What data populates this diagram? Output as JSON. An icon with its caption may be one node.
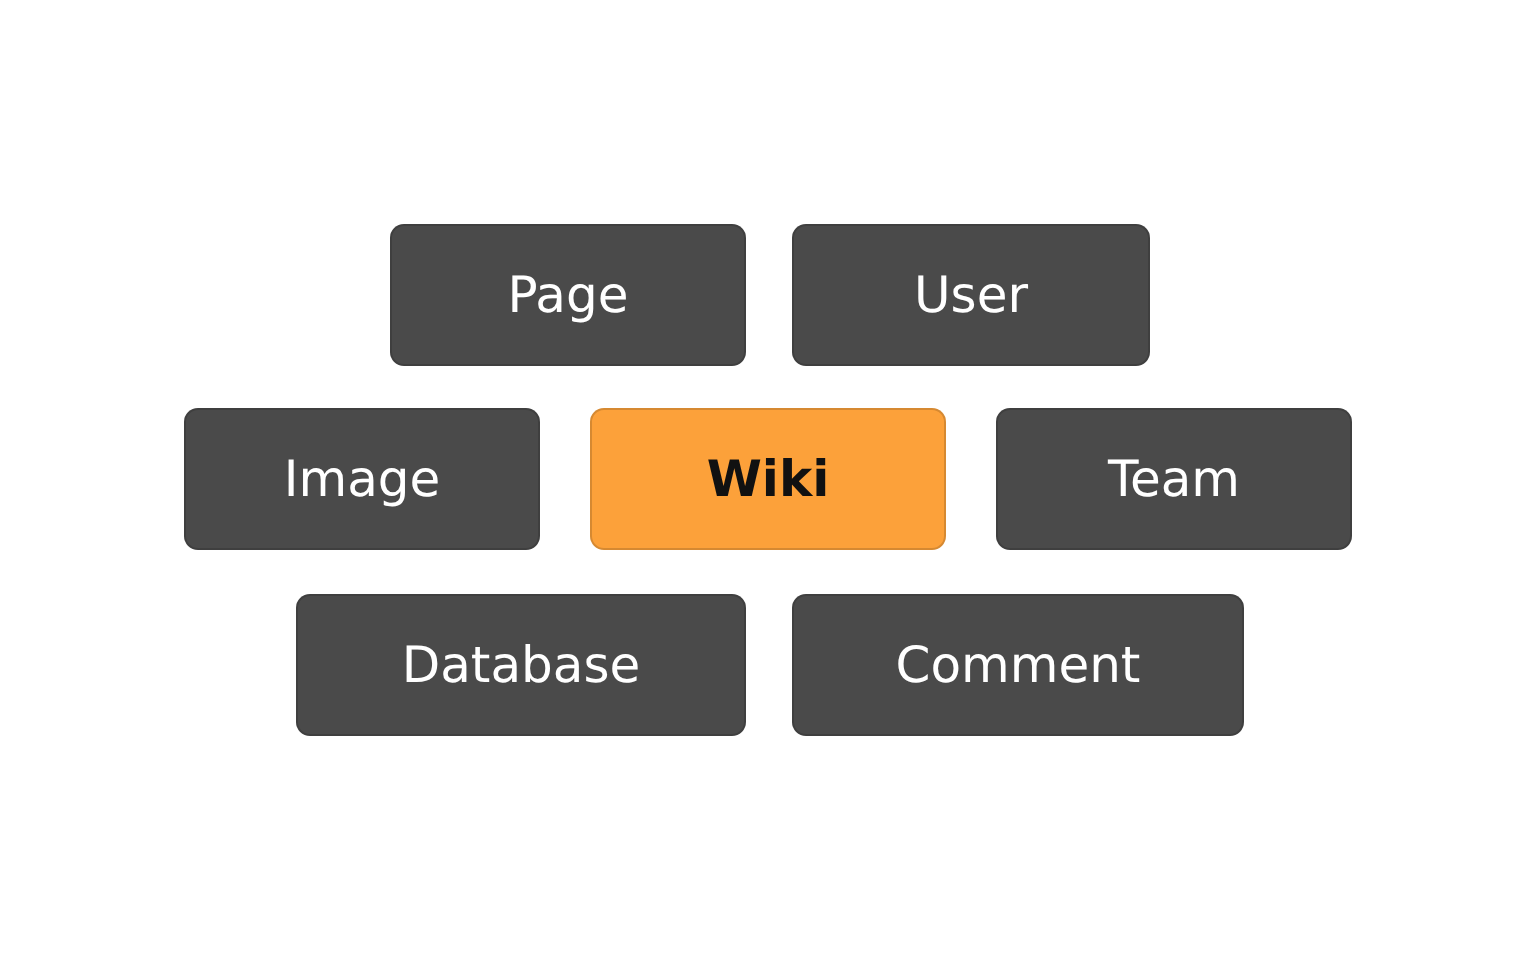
{
  "diagram": {
    "nodes": [
      {
        "text": [
          "Page"
        ]
      },
      {
        "text": [
          "User"
        ]
      },
      {
        "text": [
          "Image"
        ]
      },
      {
        "text": [
          "Wiki"
        ]
      },
      {
        "text": [
          "Team"
        ]
      },
      {
        "text": [
          "Database"
        ]
      },
      {
        "text": [
          "Comment"
        ]
      }
    ]
  }
}
